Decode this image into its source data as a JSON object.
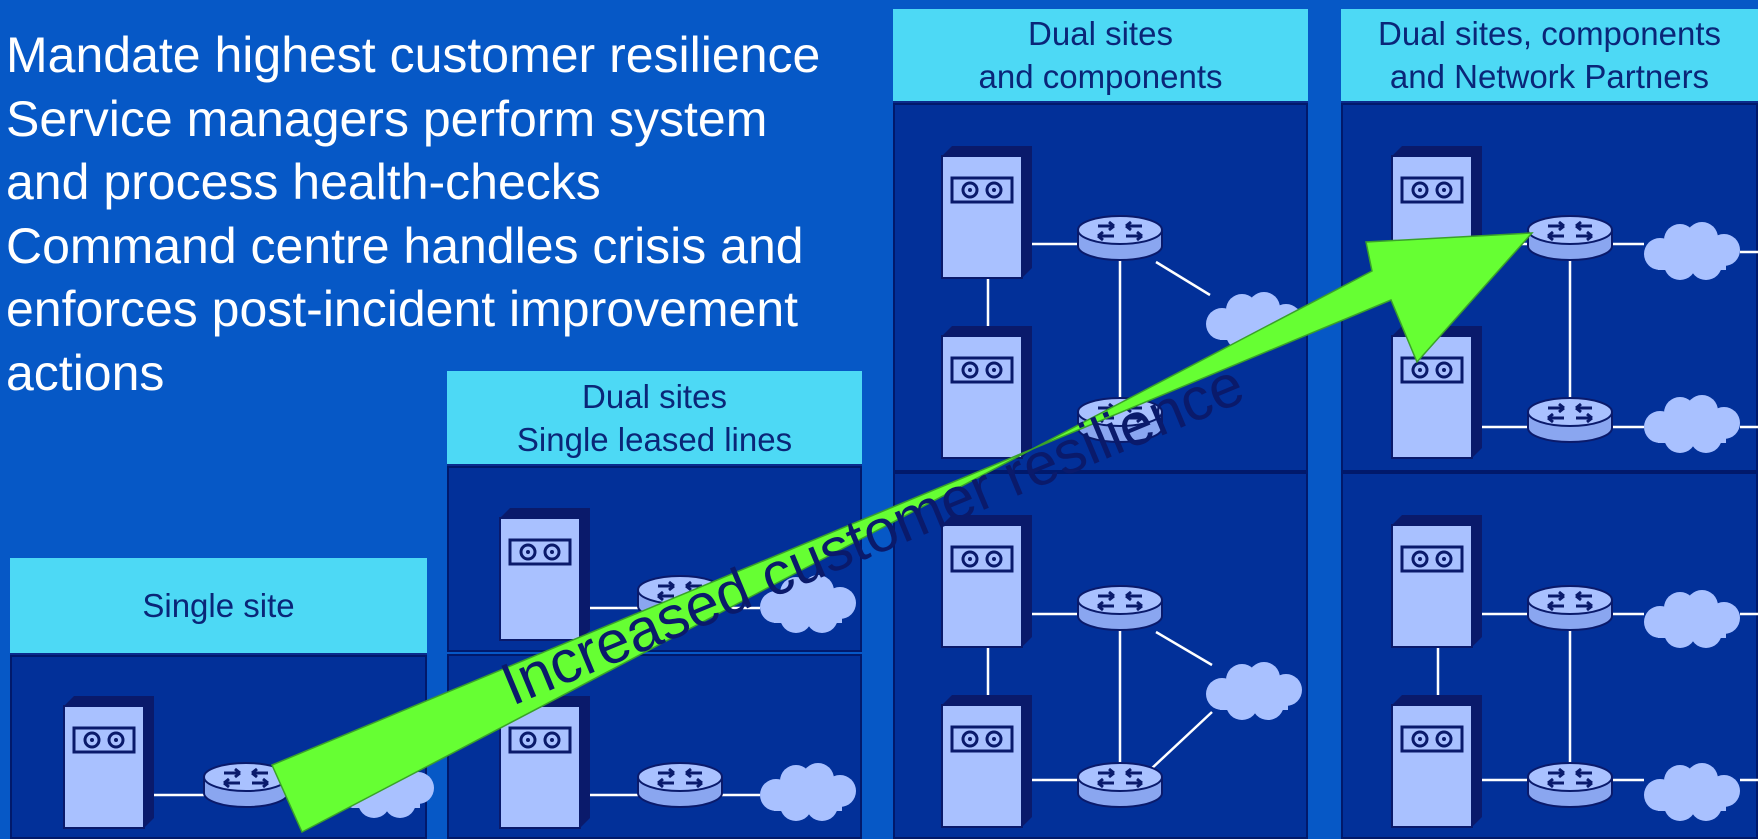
{
  "bullets": [
    "Mandate highest customer resilience",
    "Service managers perform system",
    "and process health-checks",
    "Command centre handles crisis and",
    "enforces post-incident improvement",
    "actions"
  ],
  "tiers": {
    "single_site": {
      "label": "Single site"
    },
    "dual_sites_single_lines": {
      "line1": "Dual sites",
      "line2": "Single leased lines"
    },
    "dual_sites_components": {
      "line1": "Dual sites",
      "line2": "and components"
    },
    "dual_sites_partners": {
      "line1": "Dual sites, components",
      "line2": "and Network Partners"
    }
  },
  "arrow": {
    "label": "Increased customer resilience",
    "color": "#66ff33"
  },
  "colors": {
    "background": "#0658c6",
    "header": "#4dd9f5",
    "panel": "#023099",
    "device": "#a9c1ff",
    "device_outline": "#0a1a6b"
  },
  "icons": [
    "server-icon",
    "router-icon",
    "cloud-icon"
  ]
}
